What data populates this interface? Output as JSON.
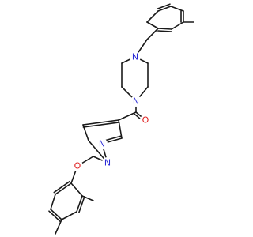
{
  "molecule": {
    "colors": {
      "bond": "#1a1a1a",
      "nitrogen": "#2b2bd6",
      "oxygen": "#e02020"
    },
    "atoms": [
      {
        "id": "N1",
        "element": "N",
        "label": "N",
        "color": "#2b2bd6"
      },
      {
        "id": "N2",
        "element": "N",
        "label": "N",
        "color": "#2b2bd6"
      },
      {
        "id": "O1",
        "element": "O",
        "label": "O",
        "color": "#e02020"
      },
      {
        "id": "N3",
        "element": "N",
        "label": "N",
        "color": "#2b2bd6"
      },
      {
        "id": "N4",
        "element": "N",
        "label": "N",
        "color": "#2b2bd6"
      },
      {
        "id": "O2",
        "element": "O",
        "label": "O",
        "color": "#e02020"
      }
    ]
  }
}
